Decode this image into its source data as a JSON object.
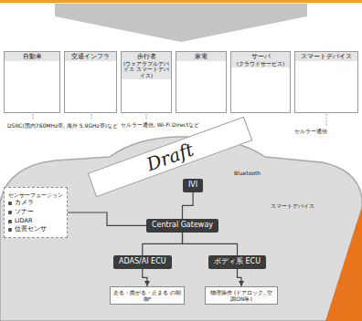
{
  "diagram": {
    "nodes": [
      {
        "text": [
          "自動車"
        ]
      },
      {
        "text": [
          "交通インフラ"
        ]
      },
      {
        "text": [
          "歩行者",
          "(ウェアラブルデバイス スマートデバイス)"
        ]
      },
      {
        "text": [
          "家電"
        ]
      },
      {
        "text": [
          "サーバ",
          "(クラウドサービス)"
        ]
      },
      {
        "text": [
          "スマートデバイス"
        ]
      },
      {
        "text": [
          "センサーフュージョン",
          "カメラ",
          "ソナー",
          "LIDAR",
          "位置センサ"
        ]
      },
      {
        "text": [
          "IVI"
        ]
      },
      {
        "text": [
          "Central Gateway"
        ]
      },
      {
        "text": [
          "ADAS/AI ECU"
        ]
      },
      {
        "text": [
          "ボディ系 ECU"
        ]
      },
      {
        "text": [
          "走る・曲がる・止まる の制御*"
        ]
      },
      {
        "text": [
          "物理操作 (ドアロック, 空調ON等)"
        ]
      }
    ],
    "edges": [
      {
        "from": 7,
        "to": 8,
        "arrow": "none"
      },
      {
        "from": 6,
        "to": 8,
        "arrow": "none"
      },
      {
        "from": 8,
        "to": 9,
        "arrow": "none"
      },
      {
        "from": 8,
        "to": 10,
        "arrow": "none"
      },
      {
        "from": 9,
        "to": 11,
        "arrow": "to"
      },
      {
        "from": 10,
        "to": 12,
        "arrow": "to"
      }
    ],
    "labels": [
      "DSRC(国内760MHz帯, 海外 5.9GHz帯)など",
      "セルラー通信, Wi-Fi Directなど",
      "セルラー通信",
      "Bluetooth",
      "スマートデバイス",
      "Draft"
    ]
  }
}
